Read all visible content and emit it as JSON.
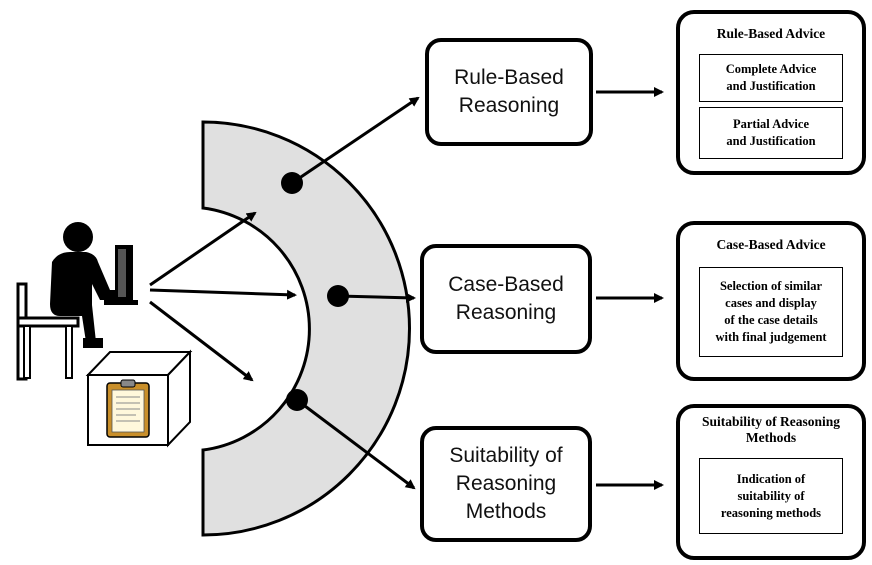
{
  "diagram": {
    "reasoning_boxes": [
      {
        "id": "rbr",
        "label": "Rule-Based\nReasoning"
      },
      {
        "id": "cbr",
        "label": "Case-Based\nReasoning"
      },
      {
        "id": "suit",
        "label": "Suitability of\nReasoning\nMethods"
      }
    ],
    "output_boxes": [
      {
        "id": "rule-based-advice",
        "title": "Rule-Based Advice",
        "items": [
          "Complete Advice\nand Justification",
          "Partial Advice\nand Justification"
        ]
      },
      {
        "id": "case-based-advice",
        "title": "Case-Based Advice",
        "items": [
          "Selection of similar\ncases and display\nof the case details\nwith final judgement"
        ]
      },
      {
        "id": "suitability",
        "title": "Suitability  of Reasoning\nMethods",
        "items": [
          "Indication of\nsuitability of\nreasoning methods"
        ]
      }
    ],
    "icons": [
      "user-at-computer-icon",
      "case-box-icon",
      "clipboard-icon"
    ],
    "colors": {
      "stroke": "#000000",
      "arc_fill": "#e0e0e0",
      "background": "#ffffff",
      "clipboard": "#c98f2a",
      "paper": "#fff8dc"
    }
  }
}
